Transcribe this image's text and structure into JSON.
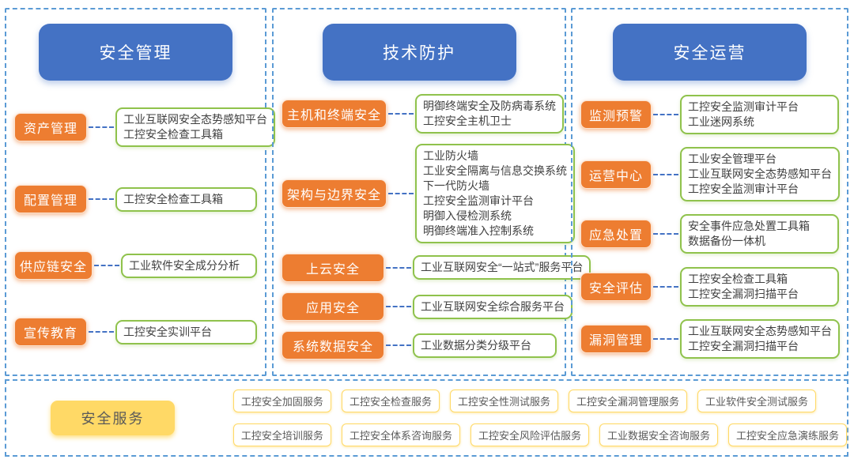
{
  "colors": {
    "header_blue": "#4472C4",
    "panel_border_blue": "#5B9BD5",
    "category_orange": "#ED7D31",
    "product_border_green": "#8FC24C",
    "service_yellow": "#FFD966",
    "text_dark": "#3F3F3F"
  },
  "columns": [
    {
      "title": "安全管理",
      "rows": [
        {
          "label": "资产管理",
          "items": [
            "工业互联网安全态势感知平台",
            "工控安全检查工具箱"
          ]
        },
        {
          "label": "配置管理",
          "items": [
            "工控安全检查工具箱"
          ]
        },
        {
          "label": "供应链安全",
          "items": [
            "工业软件安全成分分析"
          ]
        },
        {
          "label": "宣传教育",
          "items": [
            "工控安全实训平台"
          ]
        }
      ]
    },
    {
      "title": "技术防护",
      "rows": [
        {
          "label": "主机和终端安全",
          "items": [
            "明御终端安全及防病毒系统",
            "工控安全主机卫士"
          ]
        },
        {
          "label": "架构与边界安全",
          "items": [
            "工业防火墙",
            "工业安全隔离与信息交换系统",
            "下一代防火墙",
            "工控安全监测审计平台",
            "明御入侵检测系统",
            "明御终端准入控制系统"
          ]
        },
        {
          "label": "上云安全",
          "items": [
            "工业互联网安全“一站式”服务平台"
          ]
        },
        {
          "label": "应用安全",
          "items": [
            "工业互联网安全综合服务平台"
          ]
        },
        {
          "label": "系统数据安全",
          "items": [
            "工业数据分类分级平台"
          ]
        }
      ]
    },
    {
      "title": "安全运营",
      "rows": [
        {
          "label": "监测预警",
          "items": [
            "工控安全监测审计平台",
            "工业迷网系统"
          ]
        },
        {
          "label": "运营中心",
          "items": [
            "工业安全管理平台",
            "工业互联网安全态势感知平台",
            "工控安全监测审计平台"
          ]
        },
        {
          "label": "应急处置",
          "items": [
            "安全事件应急处置工具箱",
            "数据备份一体机"
          ]
        },
        {
          "label": "安全评估",
          "items": [
            "工控安全检查工具箱",
            "工控安全漏洞扫描平台"
          ]
        },
        {
          "label": "漏洞管理",
          "items": [
            "工业互联网安全态势感知平台",
            "工控安全漏洞扫描平台"
          ]
        }
      ]
    }
  ],
  "services": {
    "title": "安全服务",
    "rows": [
      [
        "工控安全加固服务",
        "工控安全检查服务",
        "工控安全性测试服务",
        "工控安全漏洞管理服务",
        "工业软件安全测试服务"
      ],
      [
        "工控安全培训服务",
        "工控安全体系咨询服务",
        "工控安全风险评估服务",
        "工业数据安全咨询服务",
        "工控安全应急演练服务"
      ]
    ]
  }
}
